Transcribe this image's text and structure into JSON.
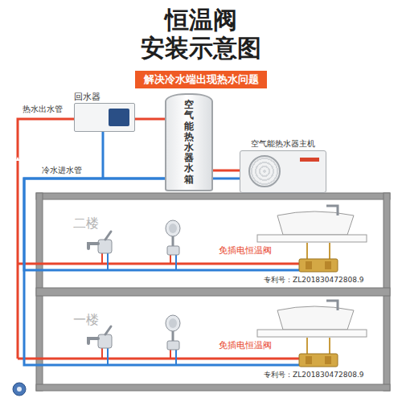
{
  "diagram": {
    "title": "恒温阀 安装示意图",
    "nodes": [
      {
        "text": [
          "解决冷水端出现热水问题"
        ]
      },
      {
        "text": [
          "回水器"
        ]
      },
      {
        "text": [
          "空气能热水器水箱"
        ]
      },
      {
        "text": [
          "空气能热水器主机"
        ]
      },
      {
        "text": [
          "二楼"
        ]
      },
      {
        "text": [
          "一楼"
        ]
      }
    ],
    "edges": [
      {
        "from": 2,
        "to": 3,
        "arrow": "none"
      },
      {
        "from": 1,
        "to": 2,
        "arrow": "none"
      },
      {
        "from": 2,
        "to": 4,
        "arrow": "none"
      },
      {
        "from": 2,
        "to": 5,
        "arrow": "none"
      }
    ],
    "labels": [
      "热水出水管",
      "冷水进水管",
      "免插电恒温阀",
      "专利号：ZL201830472808.9",
      "免插电恒温阀",
      "专利号：ZL201830472808.9"
    ]
  }
}
